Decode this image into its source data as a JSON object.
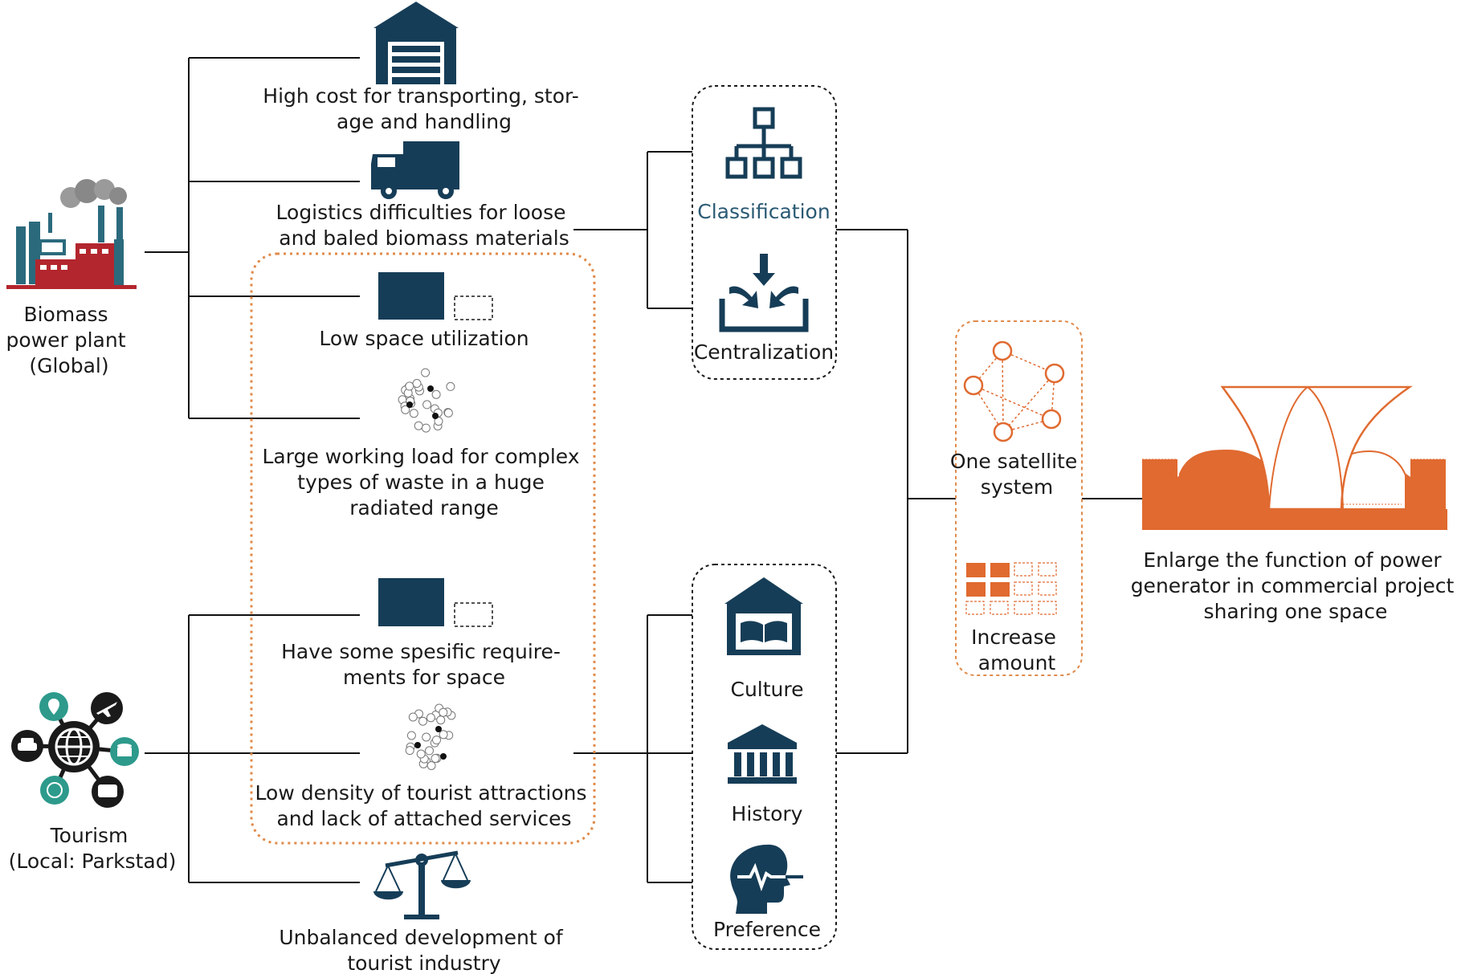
{
  "nodes": {
    "biomass": [
      "Biomass",
      "power plant",
      "(Global)"
    ],
    "tourism": [
      "Tourism",
      "(Local: Parkstad)"
    ],
    "high_cost": [
      "High cost for transporting, stor-",
      "age and handling"
    ],
    "logistics": [
      "Logistics difficulties for loose",
      "and baled biomass materials"
    ],
    "low_space": [
      "Low space utilization"
    ],
    "working_load": [
      "Large working load for complex",
      "types of waste in a huge",
      "radiated range"
    ],
    "space_req": [
      "Have some spesific require-",
      "ments for space"
    ],
    "low_density": [
      "Low density of tourist attractions",
      "and lack of attached services"
    ],
    "unbalanced": [
      "Unbalanced development of",
      "tourist industry"
    ],
    "classification": "Classification",
    "centralization": "Centralization",
    "culture": "Culture",
    "history": "History",
    "preference": "Preference",
    "satellite": [
      "One satellite",
      "system"
    ],
    "increase": [
      "Increase",
      "amount"
    ],
    "result": [
      "Enlarge the function of power",
      "generator in commercial project",
      "sharing one space"
    ]
  },
  "icons": {
    "factory": "factory-icon",
    "tourism": "tourism-network-icon",
    "warehouse": "warehouse-icon",
    "truck": "truck-icon",
    "space_block": "space-block-icon",
    "scatter": "scattered-dots-icon",
    "scale": "balance-scale-icon",
    "hierarchy": "hierarchy-icon",
    "centralize": "centralize-arrows-icon",
    "museum": "museum-book-icon",
    "columns": "classical-building-icon",
    "head": "head-pulse-icon",
    "network": "satellite-network-icon",
    "grid": "grid-squares-icon",
    "building": "power-plant-building-icon"
  },
  "colors": {
    "navy": "#163d57",
    "orange": "#e06a30",
    "dotted_orange": "#e08a4a",
    "classification_text": "#2a5a74",
    "factory_red": "#b3262e",
    "teal": "#2d9a8c"
  }
}
